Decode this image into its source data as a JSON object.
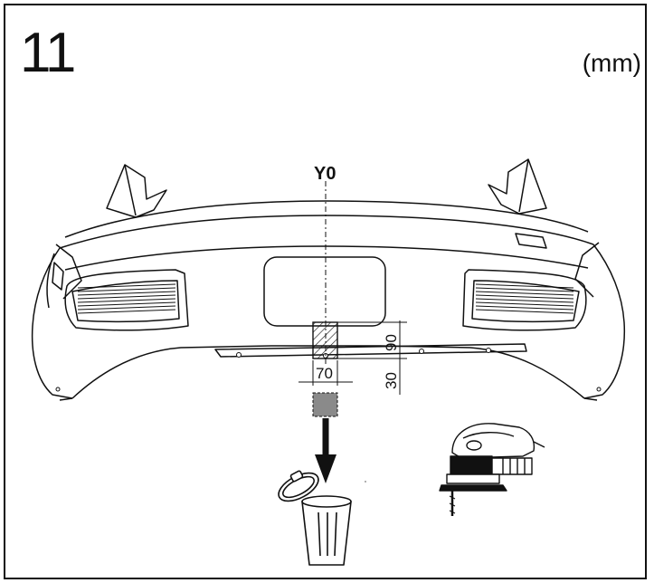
{
  "header": {
    "step_number": "11",
    "unit": "(mm)"
  },
  "diagram": {
    "center_line_label": "Y0",
    "dimensions": {
      "height_label": "90",
      "offset_label": "30",
      "width_label": "70"
    }
  },
  "colors": {
    "line": "#111111",
    "cutout_fill": "#8a8a8a",
    "background": "#ffffff"
  },
  "icons": [
    "bumper-outline",
    "trash-bin-icon",
    "jigsaw-tool-icon",
    "down-arrow-icon"
  ]
}
